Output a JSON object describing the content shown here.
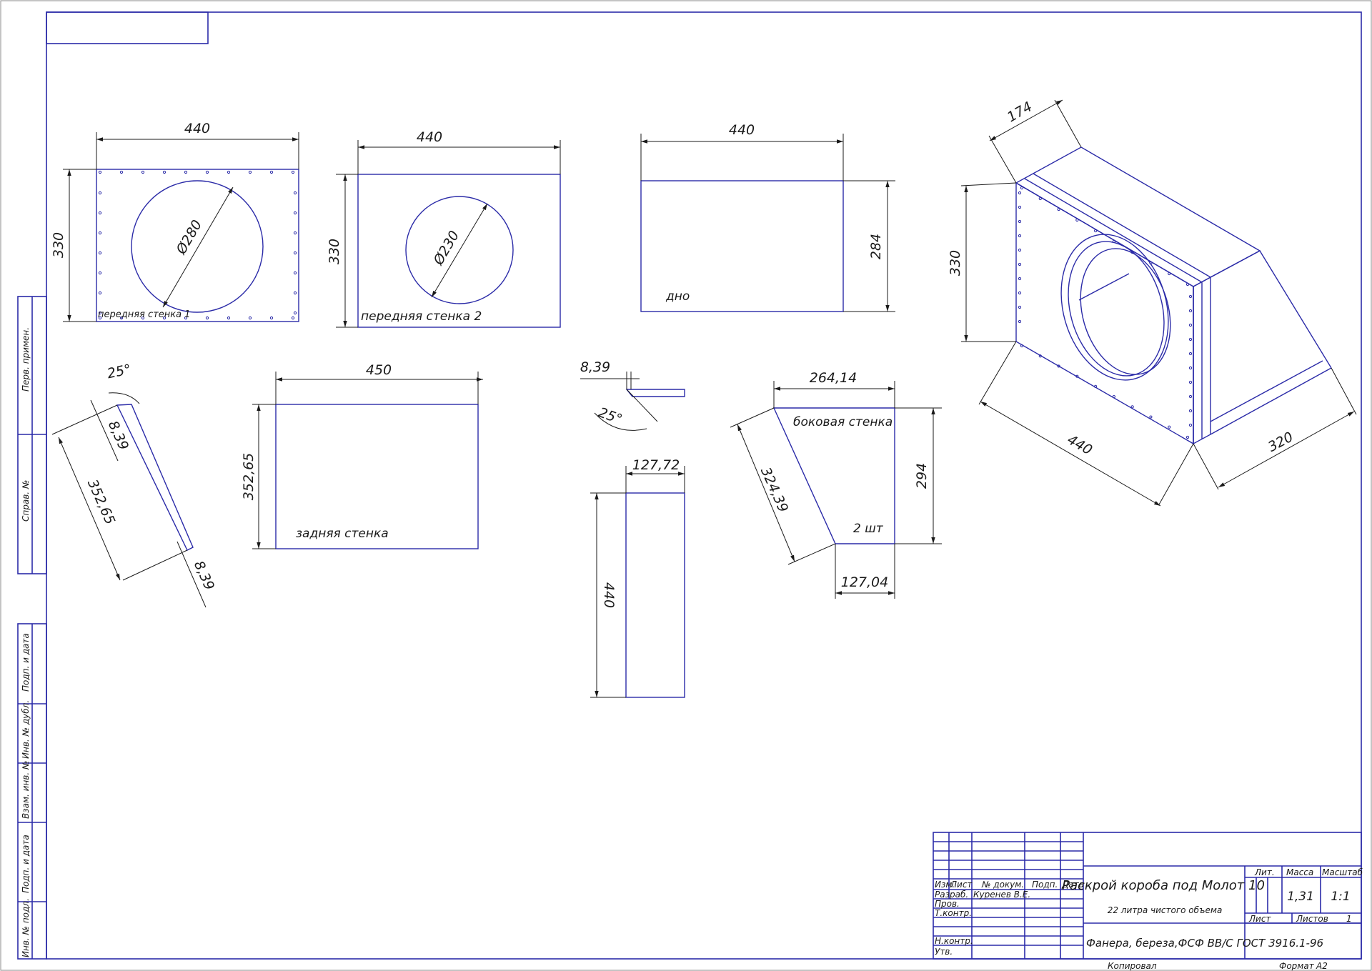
{
  "colors": {
    "outline": "#2b2ba8",
    "dimension": "#1a1a1a",
    "background": "#ffffff"
  },
  "front1": {
    "width": "440",
    "height": "330",
    "diameter": "Ø280",
    "label": "передняя стенка 1"
  },
  "front2": {
    "width": "440",
    "height": "330",
    "diameter": "Ø230",
    "label": "передняя стенка 2"
  },
  "bottom": {
    "width": "440",
    "height": "284",
    "label": "дно"
  },
  "angled": {
    "angle": "25°",
    "thickness_top": "8,39",
    "length": "352,65",
    "thickness_bottom": "8,39"
  },
  "back": {
    "width": "450",
    "height": "352,65",
    "label": "задняя стенка"
  },
  "bevel": {
    "offset": "8,39",
    "angle": "25°"
  },
  "strip": {
    "width": "127,72",
    "height": "440"
  },
  "side": {
    "top": "264,14",
    "slant": "324,39",
    "height": "294",
    "bottom": "127,04",
    "label": "боковая стенка",
    "qty": "2 шт"
  },
  "iso": {
    "depth_top": "174",
    "height": "330",
    "length": "440",
    "depth_bottom": "320"
  },
  "left_strip": [
    "Перв. примен.",
    "Справ. №",
    "Подп. и дата",
    "Инв. № дубл.",
    "Взам. инв. №",
    "Подп. и дата",
    "Инв. № подл."
  ],
  "title_block": {
    "headers": [
      "Изм.",
      "Лист",
      "№ докум.",
      "Подп.",
      "Дата"
    ],
    "rows": [
      "Разраб.",
      "Пров.",
      "Т.контр.",
      "Н.контр.",
      "Утв."
    ],
    "developer": "Куренев В.Е.",
    "title": "Раскрой короба под Молот 10",
    "subtitle": "22 литра чистого объема",
    "material": "Фанера, береза,ФСФ ВВ/С  ГОСТ 3916.1-96",
    "lit_label": "Лит.",
    "mass_label": "Масса",
    "scale_label": "Масштаб",
    "mass": "1,31",
    "scale": "1:1",
    "sheet_label": "Лист",
    "sheets_label": "Листов",
    "sheets": "1",
    "copied": "Копировал",
    "format_label": "Формат",
    "format": "А2"
  }
}
